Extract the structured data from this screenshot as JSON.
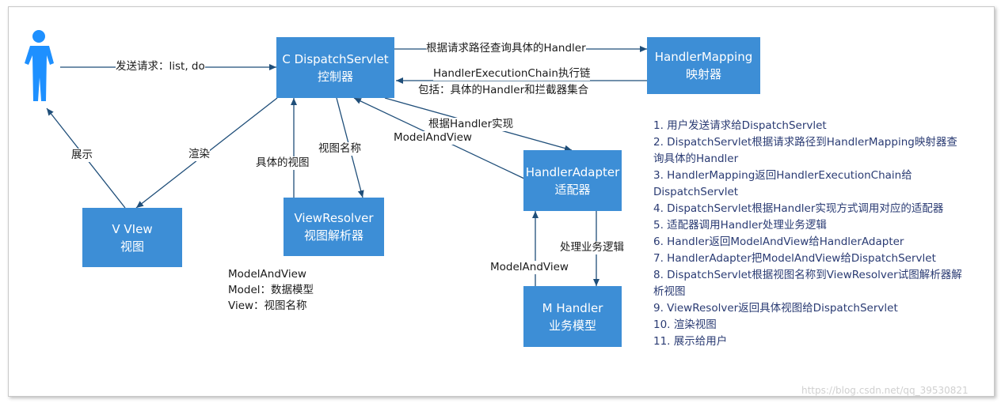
{
  "boxes": {
    "dispatcher": {
      "line1": "C  DispatchServlet",
      "line2": "控制器"
    },
    "mapping": {
      "line1": "HandlerMapping",
      "line2": "映射器"
    },
    "adapter": {
      "line1": "HandlerAdapter",
      "line2": "适配器"
    },
    "resolver": {
      "line1": "ViewResolver",
      "line2": "视图解析器"
    },
    "view": {
      "line1": "V  VIew",
      "line2": "视图"
    },
    "handler": {
      "line1": "M  Handler",
      "line2": "业务模型"
    }
  },
  "labels": {
    "send_request": "发送请求：list, do",
    "query_handler": "根据请求路径查询具体的Handler",
    "chain_line1": "HandlerExecutionChain执行链",
    "chain_line2": "包括：具体的Handler和拦截器集合",
    "by_handler_impl": "根据Handler实现",
    "model_and_view_to_dispatcher": "ModelAndView",
    "show": "展示",
    "render": "渲染",
    "concrete_view": "具体的视图",
    "view_name": "视图名称",
    "business_logic": "处理业务逻辑",
    "model_and_view_to_adapter": "ModelAndView"
  },
  "notes": [
    "ModelAndView",
    "Model：数据模型",
    "View：视图名称"
  ],
  "steps": [
    "1. 用户发送请求给DispatchServlet",
    "2. DispatchServlet根据请求路径到HandlerMapping映射器查询具体的Handler",
    "3. HandlerMapping返回HandlerExecutionChain给DispatchServlet",
    "4. DispatchServlet根据Handler实现方式调用对应的适配器",
    "5. 适配器调用Handler处理业务逻辑",
    "6. Handler返回ModelAndView给HandlerAdapter",
    "7. HandlerAdapter把ModelAndView给DispatchServlet",
    "8. DispatchServlet根据视图名称到ViewResolver试图解析器解析视图",
    "9. ViewResolver返回具体视图给DispatchServlet",
    "10. 渲染视图",
    "11. 展示给用户"
  ],
  "watermark": "https://blog.csdn.net/qq_39530821",
  "colors": {
    "box": "#3d8ed6",
    "line": "#1f4e79",
    "user": "#1e90ff"
  }
}
